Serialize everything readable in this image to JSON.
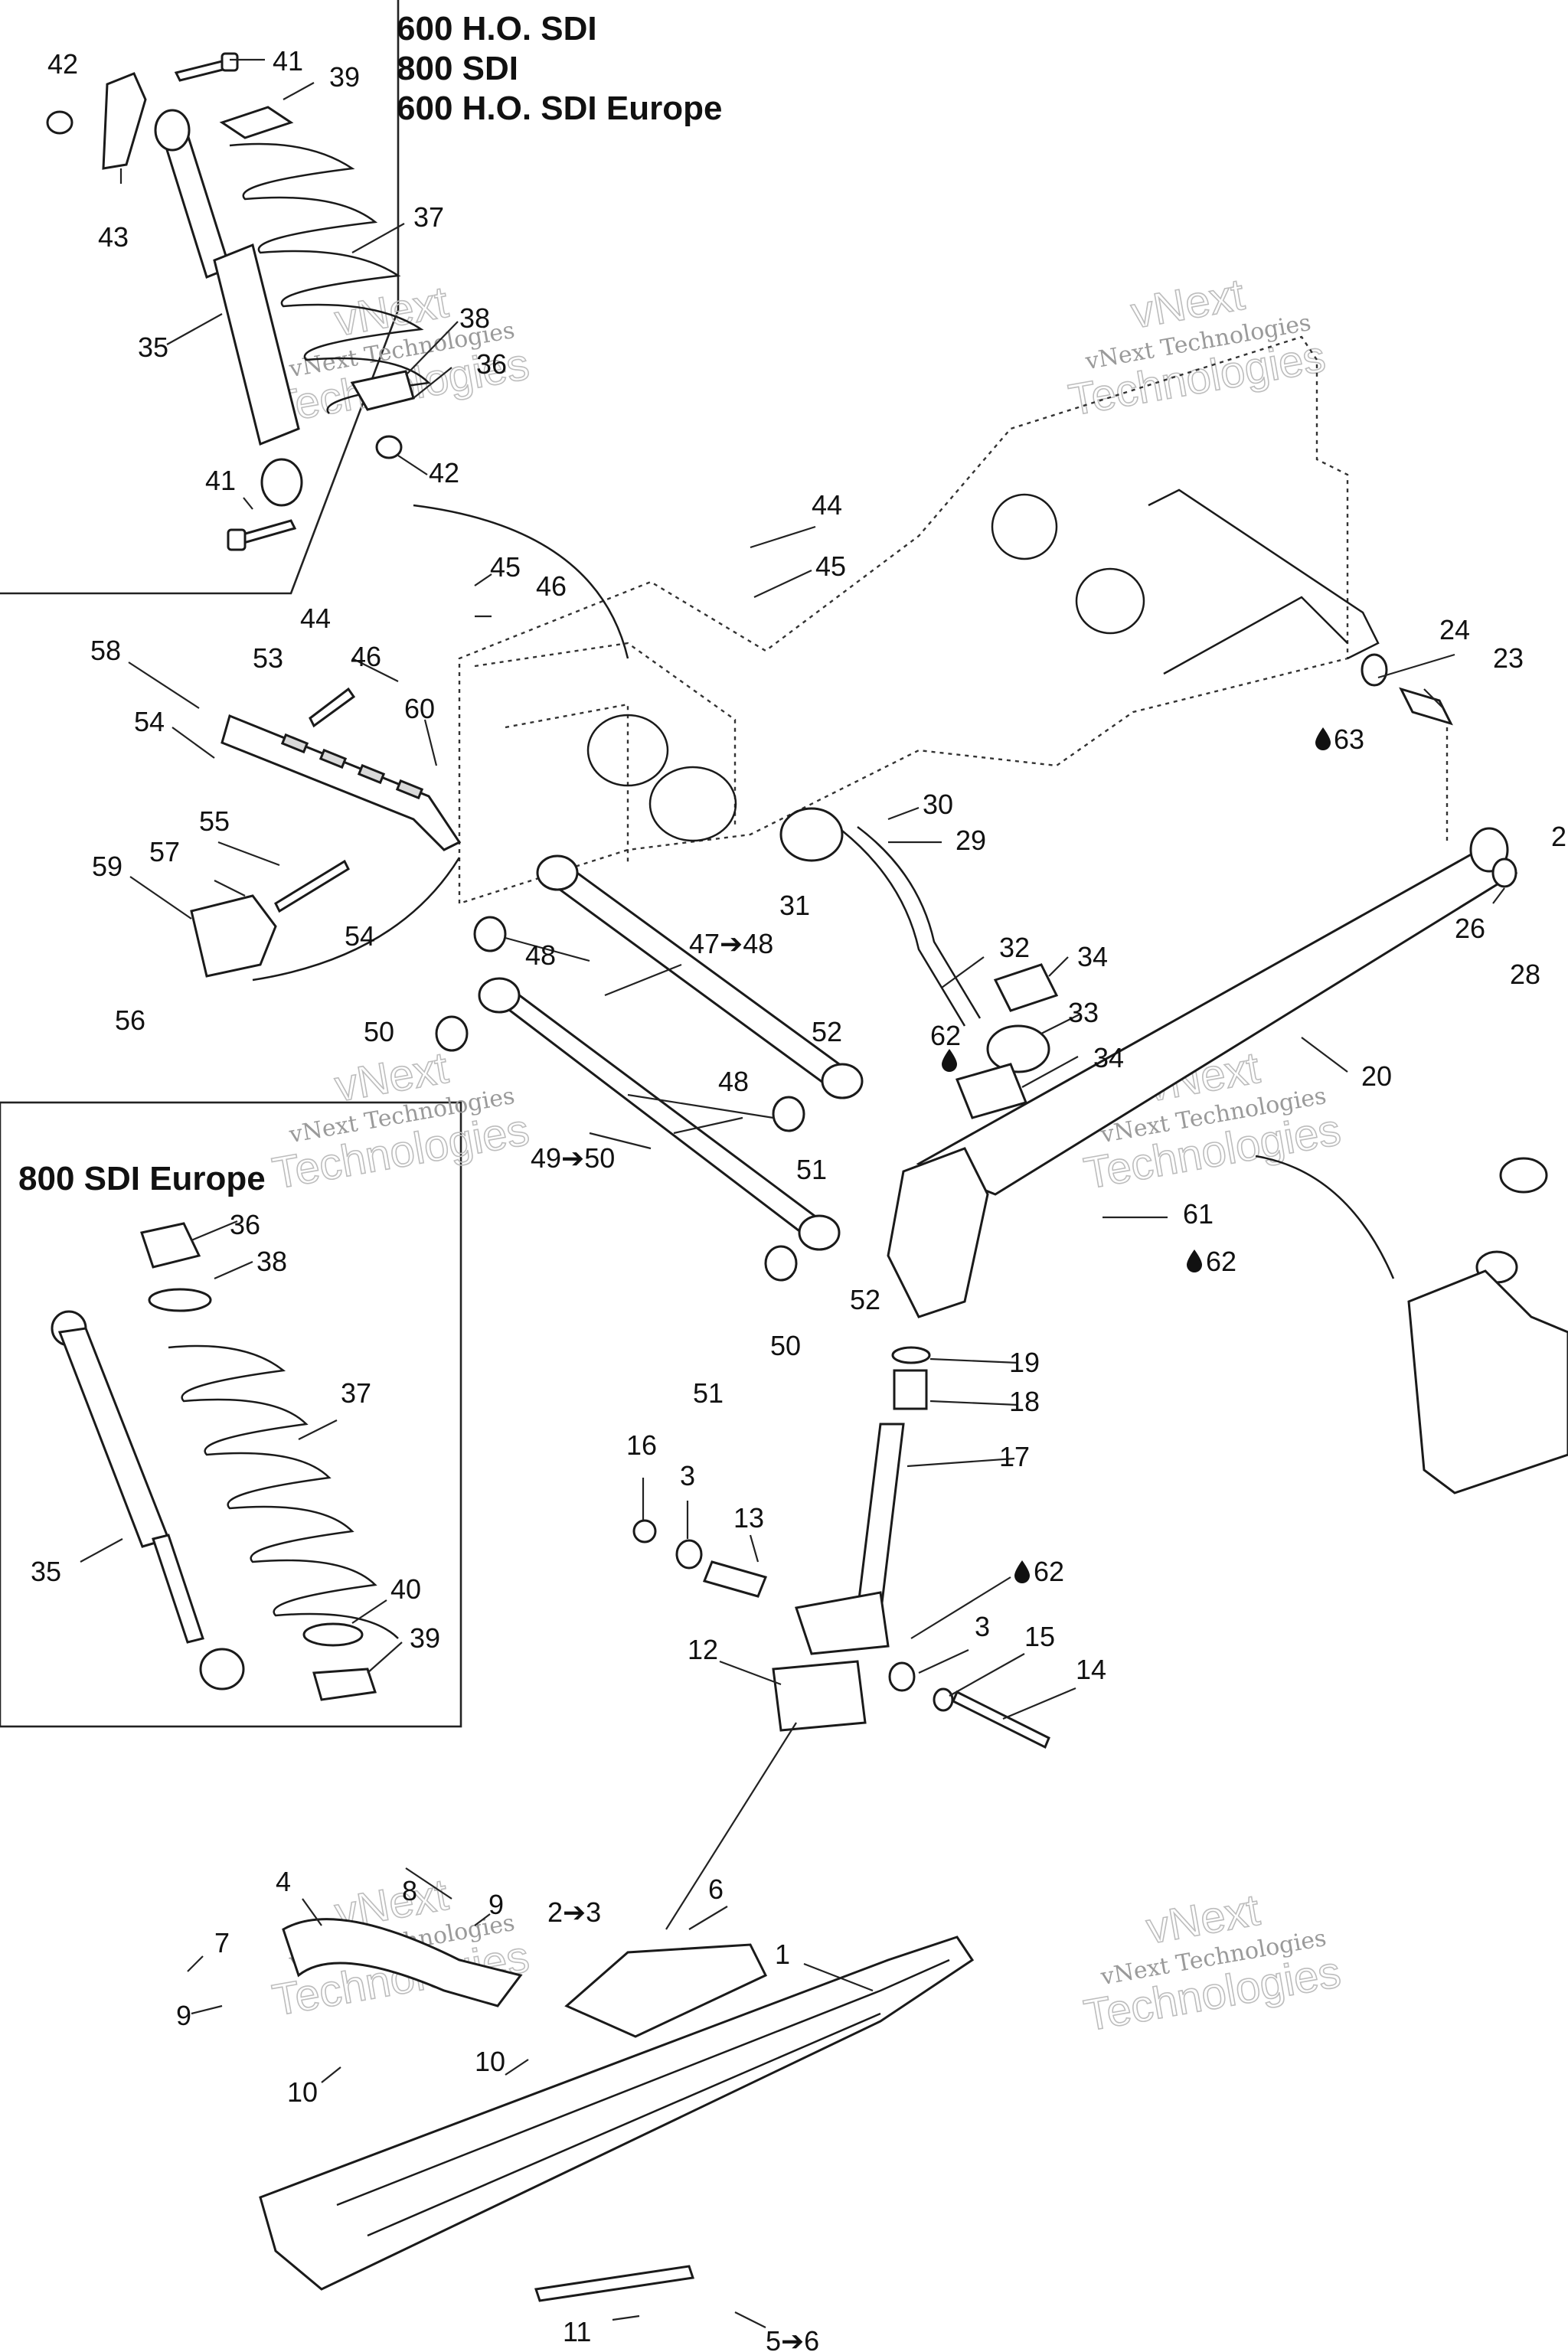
{
  "titles": {
    "inset_top": [
      "600 H.O. SDI",
      "800 SDI",
      "600 H.O. SDI Europe"
    ],
    "inset_bottom": "800 SDI Europe"
  },
  "watermark": {
    "line1": "vNext Technologies",
    "line2": "vNext",
    "line3": "Technologies"
  },
  "labels": {
    "l1": "1",
    "l2to3": "2➔3",
    "l3a": "3",
    "l3b": "3",
    "l4": "4",
    "l5to6": "5➔6",
    "l6": "6",
    "l7": "7",
    "l8": "8",
    "l9a": "9",
    "l9b": "9",
    "l10a": "10",
    "l10b": "10",
    "l11": "11",
    "l12": "12",
    "l13": "13",
    "l14": "14",
    "l15": "15",
    "l16": "16",
    "l17": "17",
    "l18": "18",
    "l19": "19",
    "l20": "20",
    "l23": "23",
    "l24": "24",
    "l2x": "2",
    "l26": "26",
    "l28": "28",
    "l29": "29",
    "l30": "30",
    "l31": "31",
    "l32": "32",
    "l33": "33",
    "l34a": "34",
    "l34b": "34",
    "l35a": "35",
    "l35b": "35",
    "l36a": "36",
    "l36b": "36",
    "l37a": "37",
    "l37b": "37",
    "l38a": "38",
    "l38b": "38",
    "l39a": "39",
    "l39b": "39",
    "l40": "40",
    "l41a": "41",
    "l41b": "41",
    "l42a": "42",
    "l42b": "42",
    "l43": "43",
    "l44a": "44",
    "l44b": "44",
    "l45a": "45",
    "l45b": "45",
    "l46a": "46",
    "l46b": "46",
    "l47to48": "47➔48",
    "l48a": "48",
    "l48b": "48",
    "l49to50": "49➔50",
    "l50a": "50",
    "l50b": "50",
    "l51a": "51",
    "l51b": "51",
    "l52a": "52",
    "l52b": "52",
    "l53": "53",
    "l54a": "54",
    "l54b": "54",
    "l55": "55",
    "l56": "56",
    "l57": "57",
    "l58": "58",
    "l59": "59",
    "l60": "60",
    "l61": "61",
    "l62a": "62",
    "l62b": "62",
    "l62c": "62",
    "l63": "63"
  }
}
